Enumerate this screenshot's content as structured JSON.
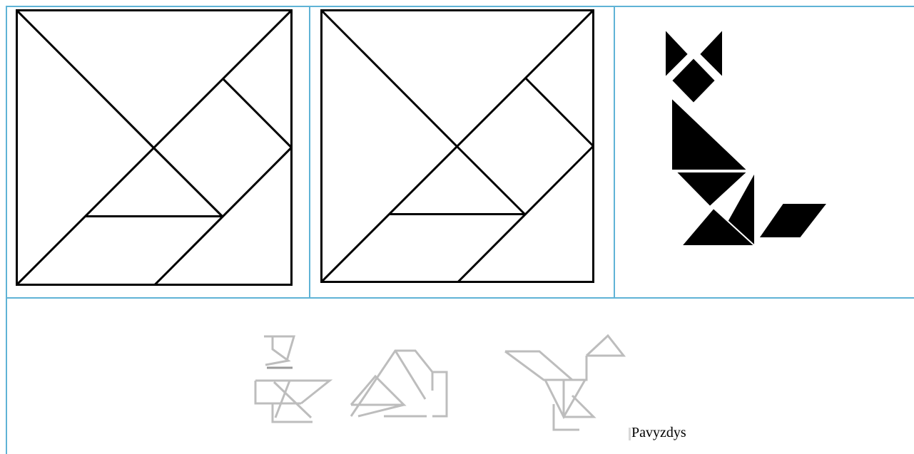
{
  "table": {
    "border_color": "#5fb3d6",
    "top_row": {
      "cells": [
        {
          "content": "tangram-outline-square"
        },
        {
          "content": "tangram-outline-square"
        },
        {
          "content": "tangram-cat-silhouette"
        }
      ]
    },
    "bottom_row": {
      "figures": [
        {
          "icon": "tangram-swan-outline-icon"
        },
        {
          "icon": "tangram-figure-outline-icon"
        },
        {
          "icon": "tangram-bird-outline-icon"
        }
      ],
      "caption": "Pavyzdys"
    }
  },
  "colors": {
    "line": "#000000",
    "silhouette": "#000000",
    "faded_outline": "#bdbdbd"
  }
}
